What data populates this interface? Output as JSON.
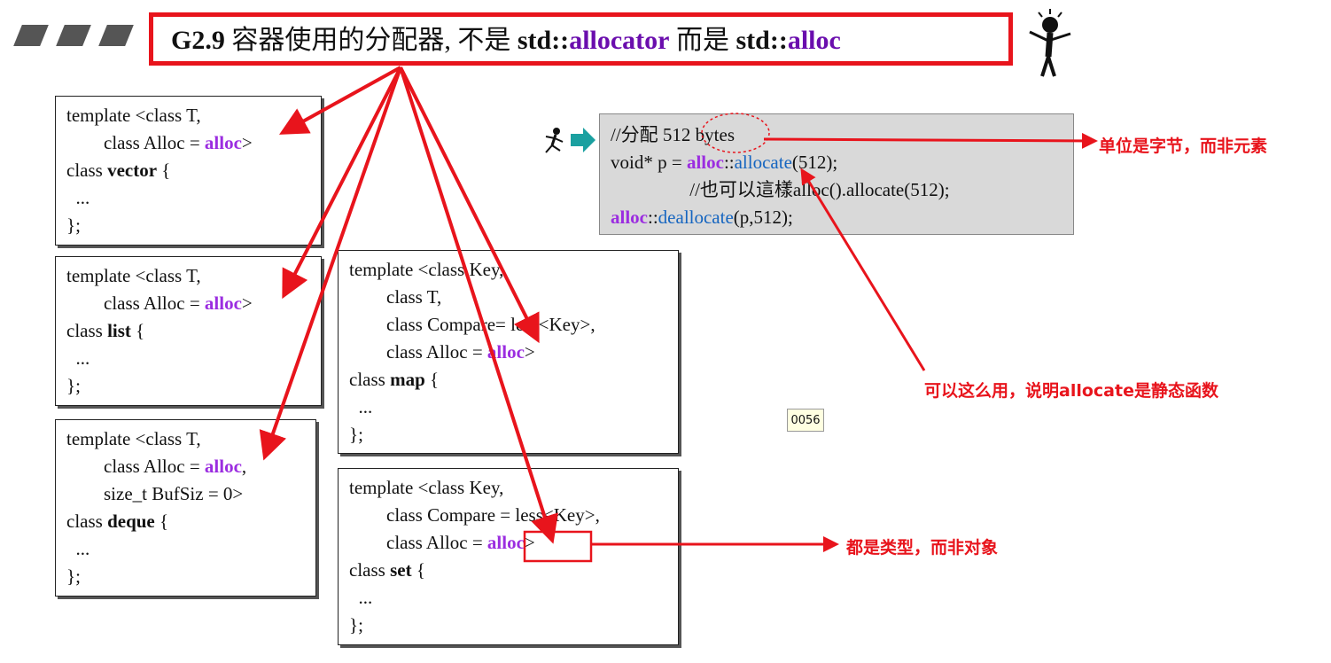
{
  "title": {
    "prefix": "G2.9",
    "middle": " 容器使用的分配器, 不是 ",
    "std1": "std::",
    "allocator": "allocator",
    "mid2": " 而是 ",
    "std2": "std::",
    "alloc": "alloc"
  },
  "boxes": {
    "vector": {
      "l1": "template <class T,",
      "l2a": "        class Alloc = ",
      "l2b": "alloc",
      "l2c": ">",
      "l3a": "class ",
      "l3b": "vector",
      "l3c": " {",
      "l4": "  ...",
      "l5": "};"
    },
    "list": {
      "l1": "template <class T,",
      "l2a": "        class Alloc = ",
      "l2b": "alloc",
      "l2c": ">",
      "l3a": "class ",
      "l3b": "list",
      "l3c": " {",
      "l4": "  ...",
      "l5": "};"
    },
    "deque": {
      "l1": "template <class T,",
      "l2a": "        class Alloc = ",
      "l2b": "alloc",
      "l2c": ",",
      "l3": "        size_t BufSiz = 0>",
      "l4a": "class ",
      "l4b": "deque",
      "l4c": " {",
      "l5": "  ...",
      "l6": "};"
    },
    "map": {
      "l1": "template <class Key,",
      "l2": "        class T,",
      "l3": "        class Compare= less<Key>,",
      "l4a": "        class Alloc = ",
      "l4b": "alloc",
      "l4c": ">",
      "l5a": "class ",
      "l5b": "map",
      "l5c": " {",
      "l6": "  ...",
      "l7": "};"
    },
    "set": {
      "l1": "template <class Key,",
      "l2": "        class Compare = less<Key>,",
      "l3a": "        class Alloc = ",
      "l3b": "alloc",
      "l3c": ">",
      "l4a": "class ",
      "l4b": "set",
      "l4c": " {",
      "l5": "  ...",
      "l6": "};"
    }
  },
  "gray": {
    "l1": "//分配 512 bytes",
    "l2a": "void* p = ",
    "l2b": "alloc",
    "l2c": "::",
    "l2d": "allocate",
    "l2e": "(512);",
    "l3": "                 //也可以這樣alloc().allocate(512);",
    "l4a": "alloc",
    "l4b": "::",
    "l4c": "deallocate",
    "l4d": "(p,512);"
  },
  "annotations": {
    "bytes": "单位是字节，而非元素",
    "static": "可以这么用，说明allocate是静态函数",
    "types": "都是类型，而非对象"
  },
  "page_tag": "0056",
  "colors": {
    "red": "#e8141c",
    "purple": "#9b2de0",
    "blue": "#1565c0",
    "teal": "#1aa0a0"
  }
}
